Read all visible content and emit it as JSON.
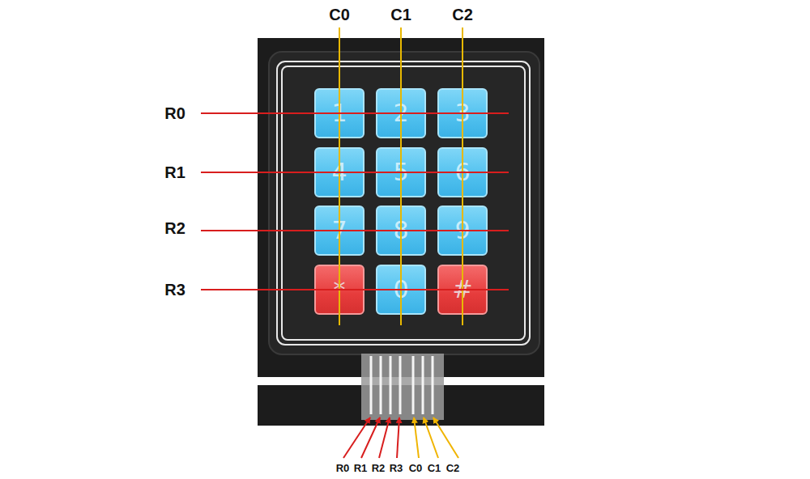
{
  "diagram": {
    "nodes": [
      {
        "text": [
          "1"
        ]
      },
      {
        "text": [
          "2"
        ]
      },
      {
        "text": [
          "3"
        ]
      },
      {
        "text": [
          "4"
        ]
      },
      {
        "text": [
          "5"
        ]
      },
      {
        "text": [
          "6"
        ]
      },
      {
        "text": [
          "7"
        ]
      },
      {
        "text": [
          "8"
        ]
      },
      {
        "text": [
          "9"
        ]
      },
      {
        "text": [
          "*"
        ]
      },
      {
        "text": [
          "0"
        ]
      },
      {
        "text": [
          "#"
        ]
      }
    ],
    "labels": [
      "C0",
      "C1",
      "C2",
      "R0",
      "R1",
      "R2",
      "R3",
      "R0",
      "R1",
      "R2",
      "R3",
      "C0",
      "C1",
      "C2"
    ]
  }
}
